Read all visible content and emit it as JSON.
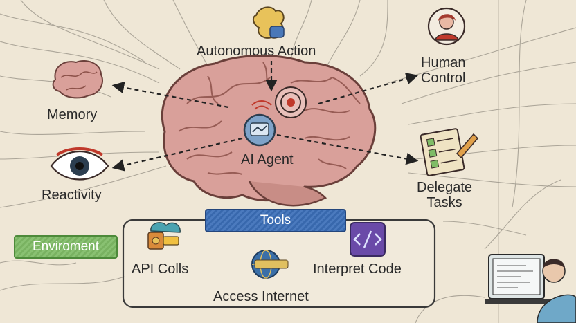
{
  "center": {
    "label": "AI Agent"
  },
  "nodes": {
    "autonomous_action": "Autonomous Action",
    "human_control": "Human\nControl",
    "memory": "Memory",
    "reactivity": "Reactivity",
    "delegate_tasks": "Delegate\nTasks"
  },
  "tools": {
    "label": "Tools",
    "items": {
      "api_calls": "API Colls",
      "interpret_code": "Interpret Code",
      "access_internet": "Access Internet"
    }
  },
  "environment": {
    "label": "Enviroment"
  },
  "colors": {
    "paper": "#efe7d6",
    "brain": "#d9a09a",
    "tools_badge": "#3c6fb8",
    "environment_badge": "#7fbc66",
    "code_icon": "#6a4aa8"
  },
  "icons": [
    "autonomous-action-icon",
    "human-icon",
    "memory-icon",
    "eye-icon",
    "checklist-icon",
    "api-icon",
    "code-icon",
    "internet-icon",
    "agent-icon",
    "target-icon",
    "computer-user-icon"
  ]
}
